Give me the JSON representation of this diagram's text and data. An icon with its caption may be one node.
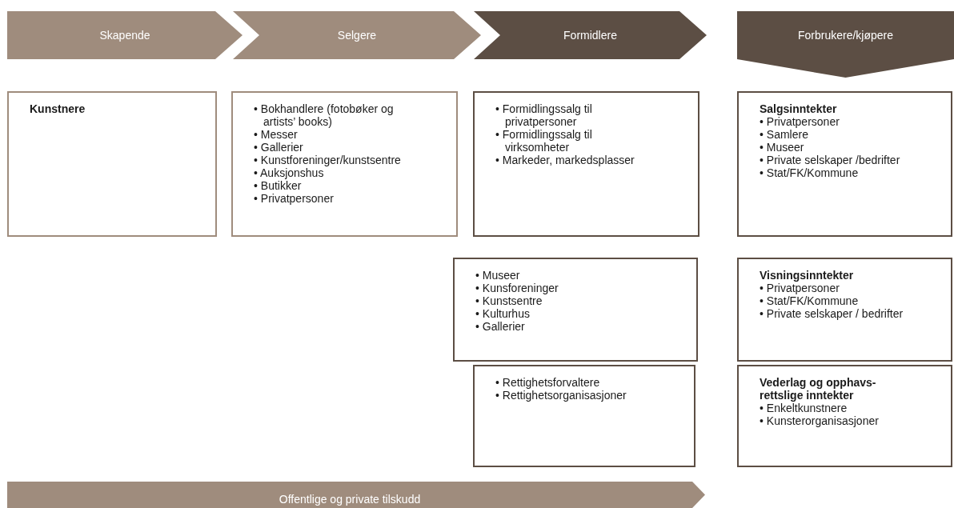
{
  "diagram": {
    "nodes": [
      {
        "text": [
          "Skapende"
        ]
      },
      {
        "text": [
          "Selgere"
        ]
      },
      {
        "text": [
          "Formidlere"
        ]
      },
      {
        "text": [
          "Forbrukere/kjøpere"
        ]
      },
      {
        "text": [
          "Kunstnere"
        ]
      },
      {
        "text": [
          "• Bokhandlere (fotobøker og artists’ books)",
          "• Messer",
          "• Gallerier",
          "• Kunstforeninger/kunstsentre",
          "• Auksjonshus",
          "• Butikker",
          "• Privatpersoner"
        ]
      },
      {
        "text": [
          "• Formidlingssalg til privatpersoner",
          "• Formidlingssalg til virksomheter",
          "• Markeder, markedsplasser"
        ]
      },
      {
        "text": [
          "Salgsinntekter",
          "• Privatpersoner",
          "• Samlere",
          "• Museer",
          "• Private selskaper /bedrifter",
          "• Stat/FK/Kommune"
        ]
      },
      {
        "text": [
          "• Museer",
          "• Kunsforeninger",
          "• Kunstsentre",
          "• Kulturhus",
          "• Gallerier"
        ]
      },
      {
        "text": [
          "Visningsinntekter",
          "• Privatpersoner",
          "• Stat/FK/Kommune",
          "• Private selskaper / bedrifter"
        ]
      },
      {
        "text": [
          "• Rettighetsforvaltere",
          "• Rettighetsorganisasjoner"
        ]
      },
      {
        "text": [
          "Vederlag og opphavs-rettslige inntekter",
          "• Enkeltkunstnere",
          "• Kunsterorganisasjoner"
        ]
      },
      {
        "text": [
          "Offentlige og private tilskudd"
        ]
      }
    ]
  }
}
